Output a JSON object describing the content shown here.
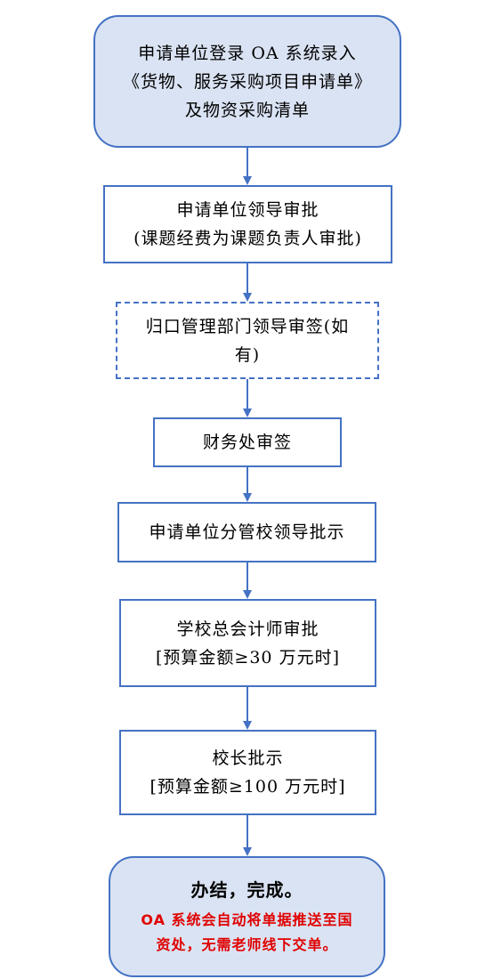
{
  "colors": {
    "border": "#4472c4",
    "start_end_fill": "#dae3f3",
    "arrow": "#4472c4",
    "note": "#e00000"
  },
  "steps": [
    {
      "id": "s1",
      "lines": [
        "申请单位登录 OA 系统录入",
        "《货物、服务采购项目申请单》",
        "及物资采购清单"
      ]
    },
    {
      "id": "s2",
      "lines": [
        "申请单位领导审批",
        "(课题经费为课题负责人审批)"
      ]
    },
    {
      "id": "s3",
      "lines": [
        "归口管理部门领导审签(如",
        "有)"
      ]
    },
    {
      "id": "s4",
      "lines": [
        "财务处审签"
      ]
    },
    {
      "id": "s5",
      "lines": [
        "申请单位分管校领导批示"
      ]
    },
    {
      "id": "s6",
      "lines": [
        "学校总会计师审批",
        "[预算金额≥30 万元时]"
      ]
    },
    {
      "id": "s7",
      "lines": [
        "校长批示",
        "[预算金额≥100 万元时]"
      ]
    },
    {
      "id": "s8",
      "lines": [
        "办结，完成。"
      ],
      "note": [
        "OA 系统会自动将单据推送至国",
        "资处，无需老师线下交单。"
      ]
    }
  ]
}
